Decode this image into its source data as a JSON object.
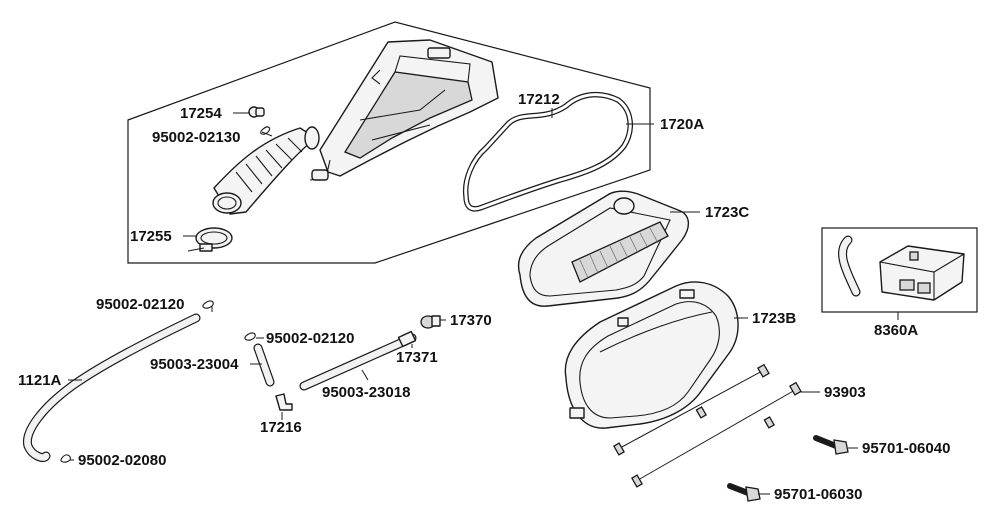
{
  "diagram": {
    "labels": {
      "p17254": "17254",
      "p95002_02130": "95002-02130",
      "p17255": "17255",
      "p17212": "17212",
      "p1720A": "1720A",
      "p1723C": "1723C",
      "p1723B": "1723B",
      "p8360A": "8360A",
      "p95002_02120_a": "95002-02120",
      "p95002_02120_b": "95002-02120",
      "p17370": "17370",
      "p17371": "17371",
      "p95003_23004": "95003-23004",
      "p95003_23018": "95003-23018",
      "p1121A": "1121A",
      "p17216": "17216",
      "p95002_02080": "95002-02080",
      "p93903": "93903",
      "p95701_06040": "95701-06040",
      "p95701_06030": "95701-06030"
    }
  }
}
